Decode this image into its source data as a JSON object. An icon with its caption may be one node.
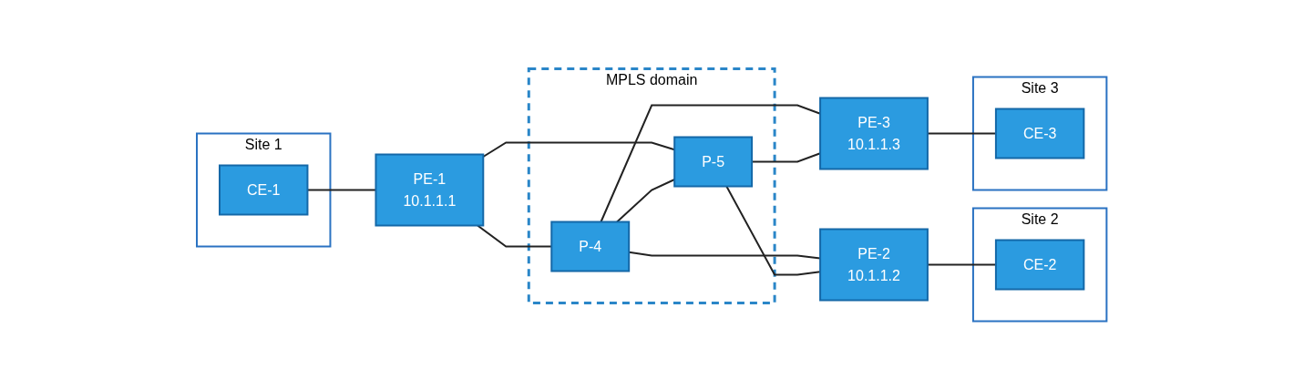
{
  "diagram": {
    "nodes": [
      {
        "text": [
          "Site 1"
        ]
      },
      {
        "text": [
          "CE-1"
        ],
        "in": 0
      },
      {
        "text": [
          "PE-1",
          "10.1.1.1"
        ]
      },
      {
        "text": [
          "MPLS domain"
        ]
      },
      {
        "text": [
          "P-4"
        ],
        "in": 3
      },
      {
        "text": [
          "P-5"
        ],
        "in": 3
      },
      {
        "text": [
          "PE-2",
          "10.1.1.2"
        ]
      },
      {
        "text": [
          "PE-3",
          "10.1.1.3"
        ]
      },
      {
        "text": [
          "Site 2"
        ]
      },
      {
        "text": [
          "CE-2"
        ],
        "in": 8
      },
      {
        "text": [
          "Site 3"
        ]
      },
      {
        "text": [
          "CE-3"
        ],
        "in": 10
      }
    ],
    "edges": [
      {
        "from": 1,
        "to": 2,
        "arrow": "none"
      },
      {
        "from": 2,
        "to": 4,
        "arrow": "none"
      },
      {
        "from": 2,
        "to": 5,
        "arrow": "none"
      },
      {
        "from": 4,
        "to": 5,
        "arrow": "none"
      },
      {
        "from": 4,
        "to": 6,
        "arrow": "none"
      },
      {
        "from": 4,
        "to": 7,
        "arrow": "none"
      },
      {
        "from": 5,
        "to": 6,
        "arrow": "none"
      },
      {
        "from": 5,
        "to": 7,
        "arrow": "none"
      },
      {
        "from": 6,
        "to": 9,
        "arrow": "none"
      },
      {
        "from": 7,
        "to": 11,
        "arrow": "none"
      }
    ]
  }
}
